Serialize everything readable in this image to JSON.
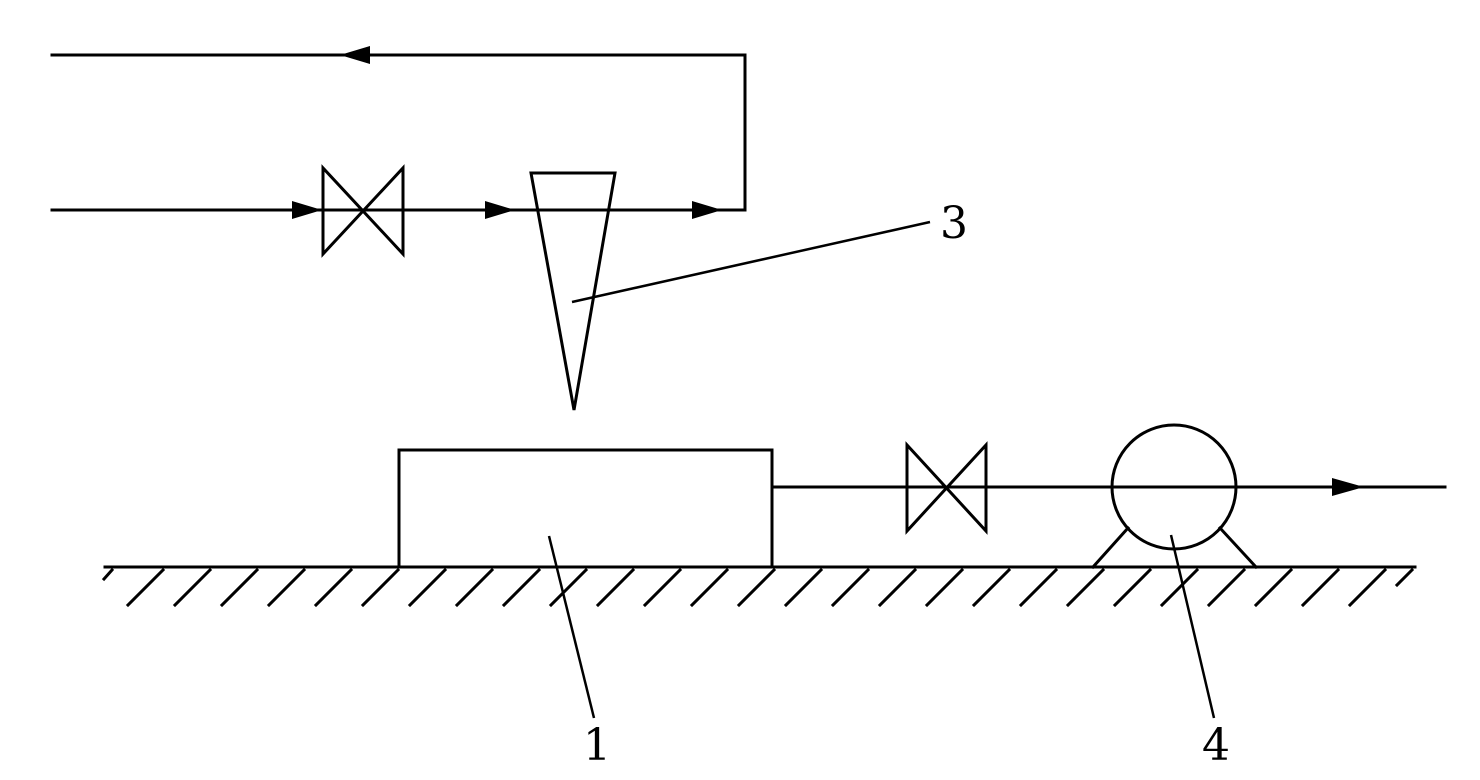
{
  "labels": {
    "one": "1",
    "three": "3",
    "four": "4"
  },
  "colors": {
    "line": "#000000",
    "background": "#ffffff"
  }
}
